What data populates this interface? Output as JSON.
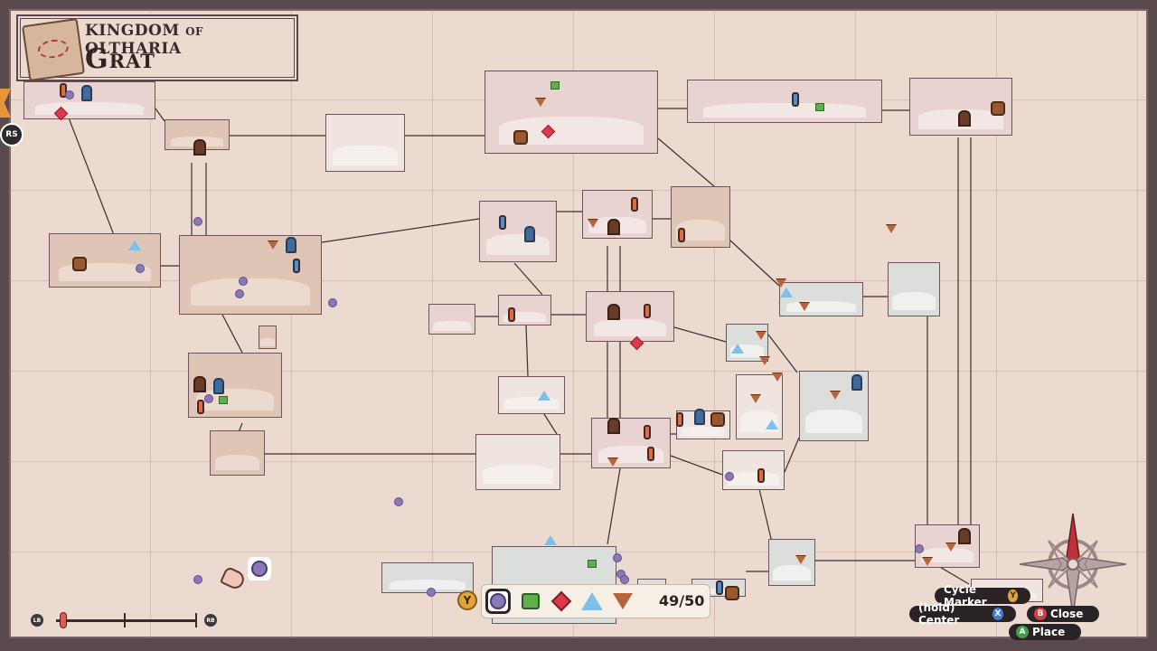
{
  "region": {
    "prefix": "Kingdom",
    "of": "of",
    "name": "Oltharia",
    "full": "KINGDOM of OLTHARIA"
  },
  "area": {
    "name": "Grat"
  },
  "left_badge": {
    "label": "RS"
  },
  "zoom": {
    "left_label": "LB",
    "right_label": "RB",
    "level": 0.05
  },
  "marker_bar": {
    "cycle_button": "Y",
    "markers": [
      "circle-marker",
      "square-marker",
      "gem-marker",
      "triangle-marker",
      "heart-marker"
    ],
    "selected": "circle-marker",
    "count": "49/50"
  },
  "hints": {
    "cycle": {
      "label": "Cycle Marker",
      "button": "Y"
    },
    "center": {
      "label": "(hold) Center",
      "button": "X"
    },
    "close": {
      "label": "Close",
      "button": "B"
    },
    "place": {
      "label": "Place",
      "button": "A"
    }
  },
  "compass": {
    "icon": "compass-rose-icon"
  },
  "colors": {
    "background": "#ecd9cf",
    "marker_purple": "#8a78b8",
    "marker_green": "#5fb04d",
    "marker_red": "#e0374a",
    "marker_blue": "#7fc1e6",
    "marker_brown": "#b8643a"
  }
}
